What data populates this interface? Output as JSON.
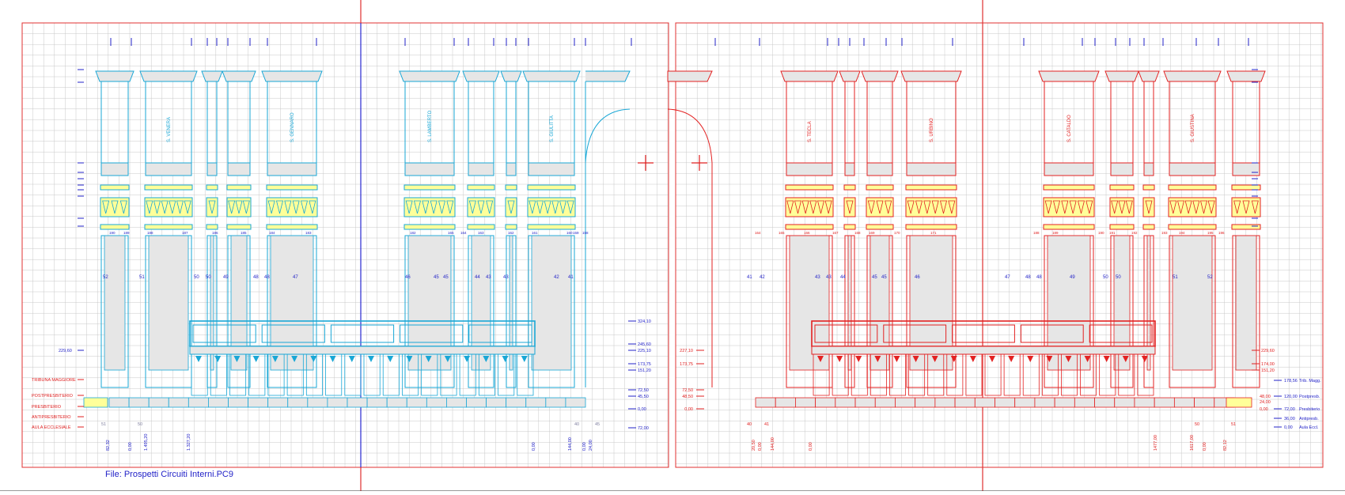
{
  "file_caption": "File: Prospetti Circuiti Interni.PC9",
  "colors": {
    "grid": "#c8c8c8",
    "frame": "#e03030",
    "axis": "#2828d0",
    "cyan": "#19a7d6",
    "red": "#e32222",
    "yellow": "#ffff99",
    "fill": "#e6e6e6",
    "dim": "#2323c8",
    "label_red": "#e02020"
  },
  "left": {
    "saints": [
      "S. VENERA",
      "S. GENNARO",
      "S. LAMBERTO",
      "S. GIULITTA"
    ],
    "pier_numbers_top": [
      "52",
      "51",
      "50",
      "50",
      "49",
      "48",
      "48",
      "47",
      "46",
      "45",
      "45",
      "44",
      "43",
      "43",
      "42",
      "41"
    ],
    "bay_numbers": [
      "190",
      "189",
      "188",
      "187",
      "186",
      "185",
      "184",
      "183",
      "182",
      "165",
      "164",
      "163",
      "162",
      "161",
      "160",
      "159",
      "158"
    ],
    "level_labels": [
      "TRIBUNA MAGGIORE",
      "POSTPRESBITERIO",
      "PRESBITERIO",
      "ANTIPRESBITERIO",
      "AULA ECCLESIALE"
    ],
    "left_elev_value": "229,60",
    "right_elev_values": [
      "324,10",
      "245,60",
      "225,10",
      "173,75",
      "151,20",
      "72,50",
      "45,50",
      "0,00",
      "72,00"
    ],
    "bottom_values": [
      "82,32",
      "0,00",
      "1.495,20",
      "1.327,20",
      "0,00",
      "144,00",
      "0,00",
      "24,00"
    ],
    "bottom_small": [
      "51",
      "50",
      "40",
      "45"
    ]
  },
  "right": {
    "saints": [
      "S. GIUSTINA",
      "S. CATALDO",
      "S. URBINO",
      "S. TECLA"
    ],
    "pier_numbers_top": [
      "41",
      "42",
      "43",
      "43",
      "44",
      "45",
      "45",
      "46",
      "47",
      "48",
      "48",
      "49",
      "50",
      "50",
      "51",
      "52"
    ],
    "bay_numbers": [
      "164",
      "165",
      "166",
      "167",
      "168",
      "169",
      "170",
      "171",
      "188",
      "189",
      "190",
      "191",
      "192",
      "193",
      "194",
      "195",
      "196"
    ],
    "left_elev_values": [
      "227,10",
      "173,75",
      "72,50",
      "48,50",
      "0,00"
    ],
    "right_elev_values": [
      "229,60",
      "174,00",
      "151,20"
    ],
    "legend": [
      {
        "value": "178,56",
        "label": "Trib. Magg."
      },
      {
        "value": "120,00",
        "label": "Postpresb."
      },
      {
        "value": "72,00",
        "label": "Presbiterio"
      },
      {
        "value": "36,00",
        "label": "Antipresb."
      },
      {
        "value": "0,00",
        "label": "Aula Eccl."
      }
    ],
    "right_small_values": [
      "48,00",
      "24,00",
      "0,00"
    ],
    "bottom_values": [
      "20,50",
      "0,00",
      "144,00",
      "0,00",
      "1477,00",
      "1617,00",
      "0,00",
      "82,12"
    ],
    "bottom_small": [
      "40",
      "41",
      "50",
      "51"
    ]
  }
}
